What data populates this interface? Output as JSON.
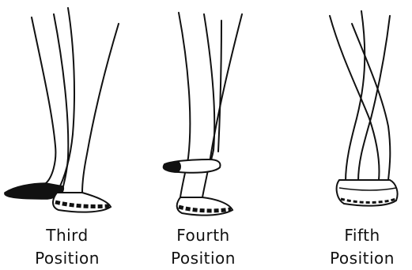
{
  "positions": [
    {
      "line1": "Third",
      "line2": "Position"
    },
    {
      "line1": "Fourth",
      "line2": "Position"
    },
    {
      "line1": "Fifth",
      "line2": "Position"
    }
  ]
}
